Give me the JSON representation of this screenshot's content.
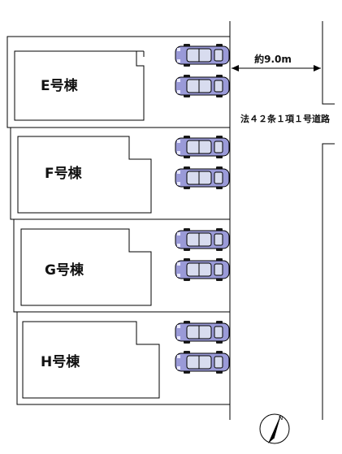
{
  "buildings": [
    {
      "id": "E",
      "label": "E号棟"
    },
    {
      "id": "F",
      "label": "F号棟"
    },
    {
      "id": "G",
      "label": "G号棟"
    },
    {
      "id": "H",
      "label": "H号棟"
    }
  ],
  "road": {
    "width_label": "約9.0m",
    "name": "法４２条１項１号道路"
  },
  "compass": {
    "label": "N"
  },
  "colors": {
    "car_body": "#9a9ad8",
    "car_glass": "#d8dcef",
    "car_tire": "#1a1a1a",
    "line": "#000000"
  }
}
